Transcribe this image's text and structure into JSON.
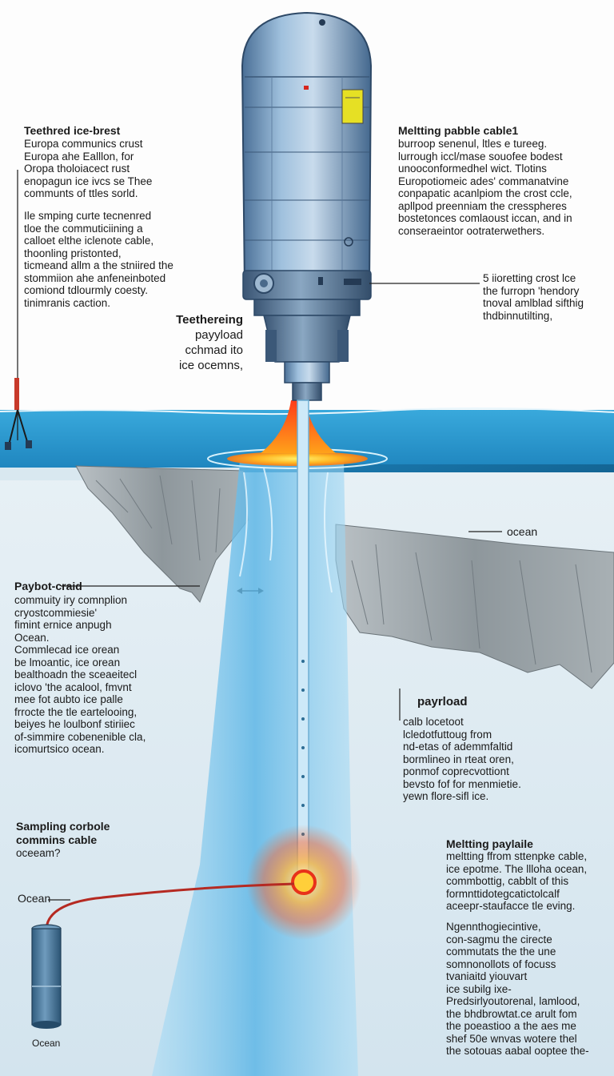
{
  "colors": {
    "sky": "#fdfdfd",
    "ocean_surface": "#2a9ad0",
    "ocean_deep": "#0f5f8c",
    "ice_shelf": "#9aa3a8",
    "lower_water": "#dbe9f1",
    "melt_shaft": "#7cc6ec",
    "probe_body": "#6e98c0",
    "heat_glow": "#ff5a1f",
    "cable": "#b52a22",
    "warning_panel": "#e6e024",
    "leader_line": "#222222"
  },
  "labels": {
    "tl_title": "Teethred ice-brest",
    "tl_body": [
      "Europa communics crust",
      "Europa ahe Ealllon, for",
      "Oropa tholoiacect rust",
      "enopagun ice ivcs se Thee",
      "communts of ttles sorld."
    ],
    "tl_body2": [
      "Ile smping curte tecnenred",
      "tloe the commuticiining a",
      "calloet elthe iclenote cable,",
      "thoonling pristonted,",
      "ticmeand allm a the stniired the",
      "stommiion ahe anfeneinboted",
      "comiond tdlourmly coesty.",
      "tinimranis caction."
    ],
    "tr_title": "Meltting pabble cable1",
    "tr_body": [
      "burroop senenul, ltles e tureeg.",
      "lurrough iccl/mase souofee bodest",
      "unooconformedhel wict. Tlotins",
      "Europotiomeic ades' commanatvine",
      "conpapatic acanlpiom the crost ccle,",
      "apllpod preenniam the cresspheres",
      "bostetonces comlaoust iccan, and in",
      "conseraeintor ootraterwethers."
    ],
    "mr_body": [
      "5 iioretting crost lce",
      "the furropn 'hendory",
      "tnoval amlblad sifthig",
      "thdbinnutilting,"
    ],
    "mc_text": [
      "Teethereing",
      "payyload",
      "cchmad ito",
      "ice ocemns,"
    ],
    "ocean_right": "ocean",
    "payload_left_title": "Paybot-craid",
    "payload_left_body": [
      "commuity iry comnplion",
      "cryostcommiesie'",
      "fimint ernice anpugh",
      "Ocean.",
      "Commlecad ice orean",
      "be lmoantic, ice orean",
      "bealthoadn the sceaeitecl",
      "iclovo 'the acalool, fmvnt",
      "mee fot aubto ice palle",
      "frrocte the tle eartelooing,",
      "beiyes he loulbonf stiriiec",
      "of-simmire cobenenible cla,",
      "icomurtsico ocean."
    ],
    "payload_right_title": "payrload",
    "payload_right_body": [
      "calb locetoot",
      "lcledotfuttoug from",
      "nd-etas of ademmfaltid",
      "bormlineo in rteat oren,",
      "ponmof coprecvottiont",
      "bevsto fof for menmietie.",
      "yewn flore-sifl ice."
    ],
    "sampling_title": [
      "Sampling corbole",
      "commins cable"
    ],
    "sampling_sub": "oceeam?",
    "ocean_left": "Ocean",
    "ocean_bottom": "Ocean",
    "melt_title": "Meltting paylaile",
    "melt_body": [
      "meltting ffrom sttenpke cable,",
      "ice epotme. The llloha ocean,",
      "commbottig, cabblt of this",
      "formnttidotegcatictolcalf",
      "aceepr-staufacce tle eving."
    ],
    "melt_body2": [
      "Ngennthogiecintive,",
      "con-sagmu the cirecte",
      "commutats the the une",
      "somnonollots of focuss",
      "tvaniaitd yiouvart",
      "ice subilg ixe-",
      "Predsirlyoutorenal, lamlood,",
      "the bhdbrowtat.ce arult fom",
      "the poeastioo a the aes me",
      "shef 50e wnvas wotere thel",
      "the sotouas aabal ooptee the-"
    ]
  }
}
